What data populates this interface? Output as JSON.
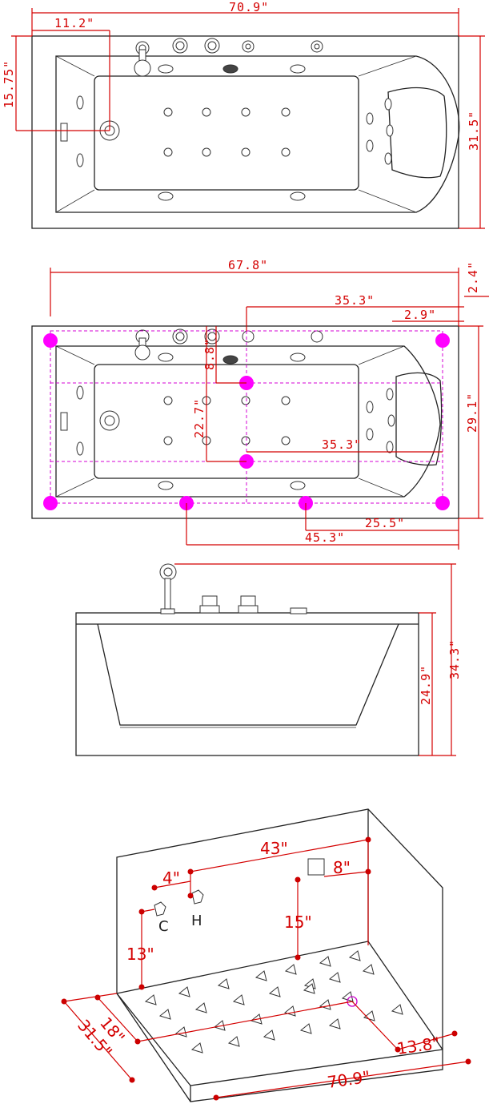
{
  "view_top": {
    "length": "70.9\"",
    "drain_x": "11.2\"",
    "drain_y": "15.75\"",
    "width": "31.5\""
  },
  "view_support": {
    "inner_length": "67.8\"",
    "offset_small": "2.4\"",
    "span_a": "35.3\"",
    "offset_b": "2.9\"",
    "depth_a": "8.8\"",
    "depth_b": "22.7\"",
    "span_c": "35.3\"",
    "width": "29.1\"",
    "span_d": "25.5\"",
    "span_e": "45.3\""
  },
  "view_side": {
    "height_rim": "24.9\"",
    "height_total": "34.3\""
  },
  "view_plumbing": {
    "span_43": "43\"",
    "span_4": "4\"",
    "span_8": "8\"",
    "height_15": "15\"",
    "height_13": "13\"",
    "cold_label": "C",
    "hot_label": "H",
    "span_18": "18\"",
    "width": "31.5\"",
    "length": "70.9\"",
    "span_13_8": "13.8\""
  },
  "colors": {
    "dimension": "#d40000",
    "marker": "#ff00ff",
    "line": "#222222"
  }
}
